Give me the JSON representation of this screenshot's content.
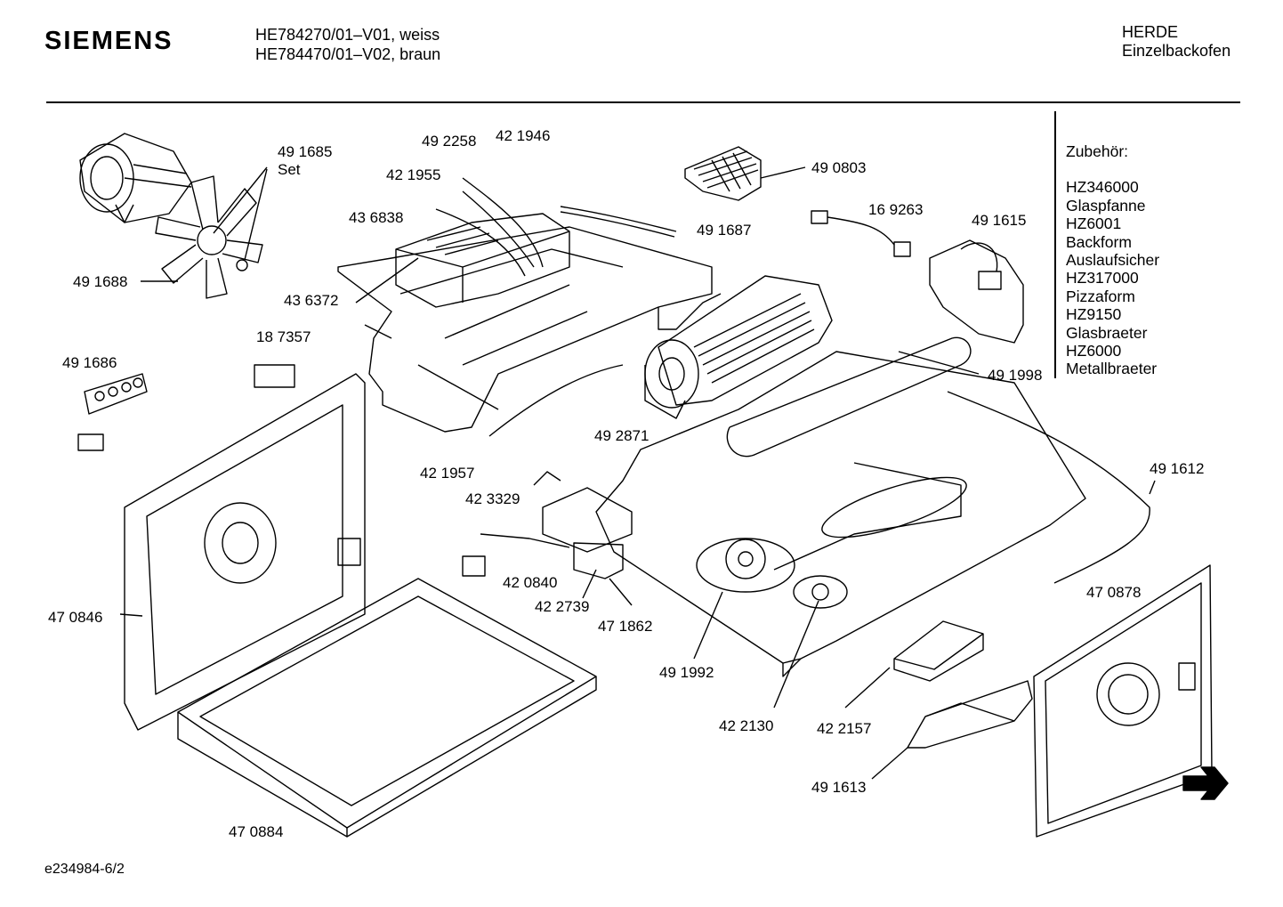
{
  "header": {
    "brand": "SIEMENS",
    "model_line_1": "HE784270/01–V01, weiss",
    "model_line_2": "HE784470/01–V02, braun",
    "category_line_1": "HERDE",
    "category_line_2": "Einzelbackofen"
  },
  "accessories": {
    "heading": "Zubehör:",
    "items": [
      "HZ346000",
      "Glaspfanne",
      "HZ6001",
      "Backform",
      "Auslaufsicher",
      "HZ317000",
      "Pizzaform",
      "HZ9150",
      "Glasbraeter",
      "HZ6000",
      "Metallbraeter"
    ]
  },
  "parts": {
    "p491685": "49 1685",
    "set": "Set",
    "p491688": "49 1688",
    "p492258": "49 2258",
    "p421946": "42 1946",
    "p421955": "42 1955",
    "p436838": "43 6838",
    "p436372": "43 6372",
    "p490803": "49 0803",
    "p169263": "16 9263",
    "p491615": "49 1615",
    "p491687": "49 1687",
    "p187357": "18 7357",
    "p491686": "49 1686",
    "p491998": "49 1998",
    "p492871": "49 2871",
    "p421957": "42 1957",
    "p423329": "42 3329",
    "p491612": "49 1612",
    "p420840": "42 0840",
    "p422739": "42 2739",
    "p471862": "47 1862",
    "p470846": "47 0846",
    "p470878": "47 0878",
    "p491992": "49 1992",
    "p422130": "42 2130",
    "p422157": "42 2157",
    "p491613": "49 1613",
    "p470884": "47 0884"
  },
  "footer": {
    "docref": "e234984-6/2"
  }
}
